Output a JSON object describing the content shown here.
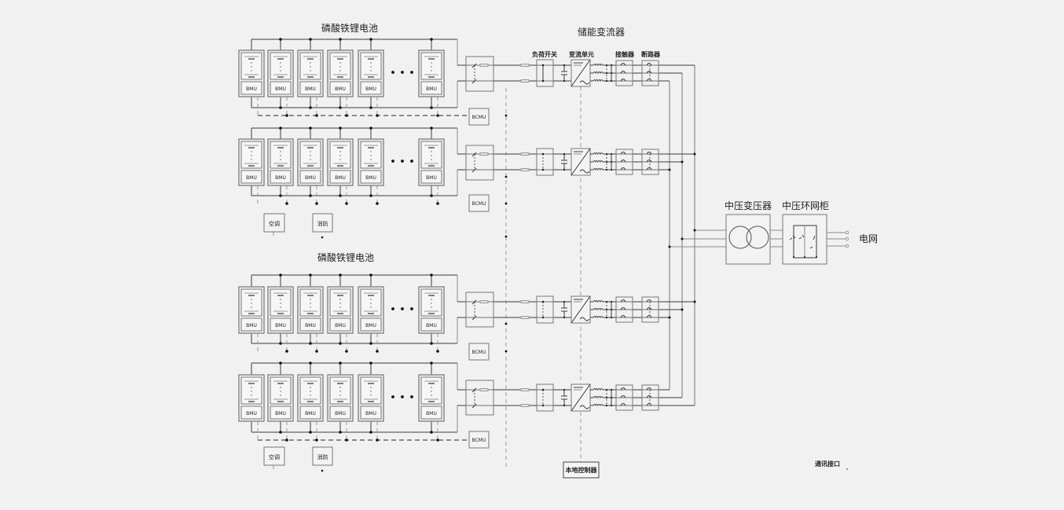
{
  "battery_groups": [
    {
      "title": "磷酸铁锂电池",
      "racks": [
        {
          "modules": [
            "BMU",
            "BMU",
            "BMU",
            "BMU",
            "BMU",
            "BMU"
          ],
          "bcmu": "BCMU"
        },
        {
          "modules": [
            "BMU",
            "BMU",
            "BMU",
            "BMU",
            "BMU",
            "BMU"
          ],
          "bcmu": "BCMU"
        }
      ],
      "aux": {
        "hvac": "空调",
        "fire": "消防"
      }
    },
    {
      "title": "磷酸铁锂电池",
      "racks": [
        {
          "modules": [
            "BMU",
            "BMU",
            "BMU",
            "BMU",
            "BMU",
            "BMU"
          ],
          "bcmu": "BCMU"
        },
        {
          "modules": [
            "BMU",
            "BMU",
            "BMU",
            "BMU",
            "BMU",
            "BMU"
          ],
          "bcmu": "BCMU"
        }
      ],
      "aux": {
        "hvac": "空调",
        "fire": "消防"
      }
    }
  ],
  "pcs": {
    "title": "储能变流器",
    "labels": {
      "load_switch": "负荷开关",
      "converter": "变流单元",
      "contactor": "接触器",
      "breaker": "断路器"
    }
  },
  "transformer": {
    "label": "中压变压器"
  },
  "ring_main_unit": {
    "label": "中压环网柜"
  },
  "grid": {
    "label": "电网"
  },
  "local_controller": {
    "label": "本地控制器"
  },
  "comm_interface": {
    "label": "通讯接口"
  }
}
